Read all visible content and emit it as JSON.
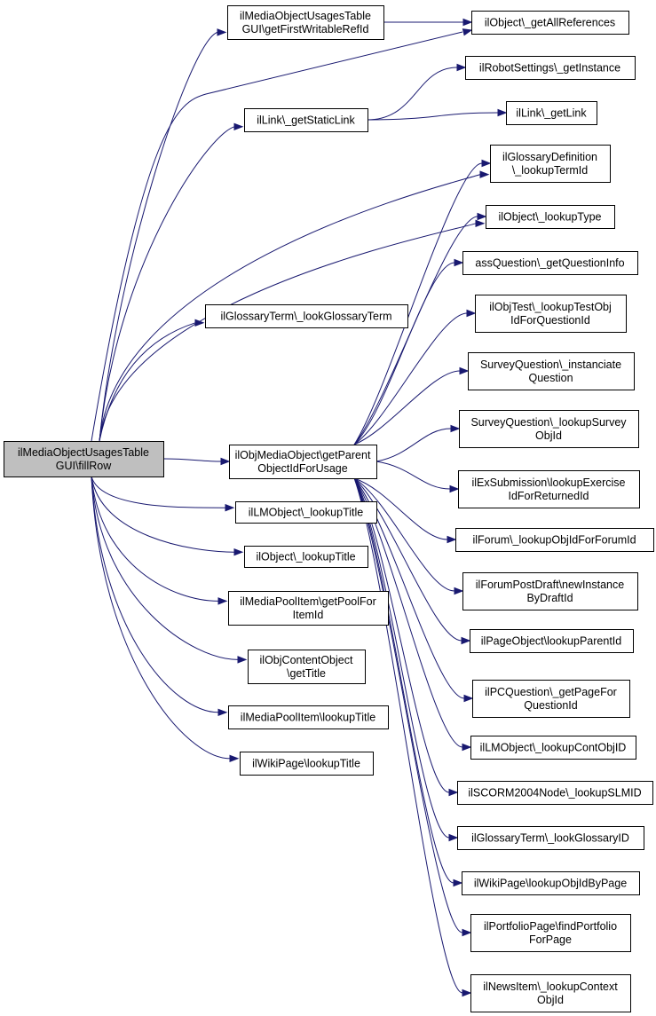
{
  "graph": {
    "edge_color": "#191970",
    "root_fill": "#bfbfbf",
    "nodes": [
      {
        "id": "root",
        "lines": [
          "ilMediaObjectUsagesTable",
          "GUI\\fillRow"
        ],
        "root": true
      },
      {
        "id": "firstWritable",
        "lines": [
          "ilMediaObjectUsagesTable",
          "GUI\\getFirstWritableRefId"
        ]
      },
      {
        "id": "getAllRefs",
        "lines": [
          "ilObject\\_getAllReferences"
        ]
      },
      {
        "id": "robot",
        "lines": [
          "ilRobotSettings\\_getInstance"
        ]
      },
      {
        "id": "staticLink",
        "lines": [
          "ilLink\\_getStaticLink"
        ]
      },
      {
        "id": "getLink",
        "lines": [
          "ilLink\\_getLink"
        ]
      },
      {
        "id": "glossDef",
        "lines": [
          "ilGlossaryDefinition",
          "\\_lookupTermId"
        ]
      },
      {
        "id": "lookupType",
        "lines": [
          "ilObject\\_lookupType"
        ]
      },
      {
        "id": "assQ",
        "lines": [
          "assQuestion\\_getQuestionInfo"
        ]
      },
      {
        "id": "objTest",
        "lines": [
          "ilObjTest\\_lookupTestObj",
          "IdForQuestionId"
        ]
      },
      {
        "id": "glossTerm",
        "lines": [
          "ilGlossaryTerm\\_lookGlossaryTerm"
        ]
      },
      {
        "id": "surveyInst",
        "lines": [
          "SurveyQuestion\\_instanciate",
          "Question"
        ]
      },
      {
        "id": "surveyLookup",
        "lines": [
          "SurveyQuestion\\_lookupSurvey",
          "ObjId"
        ]
      },
      {
        "id": "parentObj",
        "lines": [
          "ilObjMediaObject\\getParent",
          "ObjectIdForUsage"
        ]
      },
      {
        "id": "exSub",
        "lines": [
          "ilExSubmission\\lookupExercise",
          "IdForReturnedId"
        ]
      },
      {
        "id": "lmTitle",
        "lines": [
          "ilLMObject\\_lookupTitle"
        ]
      },
      {
        "id": "forum",
        "lines": [
          "ilForum\\_lookupObjIdForForumId"
        ]
      },
      {
        "id": "objTitle",
        "lines": [
          "ilObject\\_lookupTitle"
        ]
      },
      {
        "id": "forumDraft",
        "lines": [
          "ilForumPostDraft\\newInstance",
          "ByDraftId"
        ]
      },
      {
        "id": "poolFor",
        "lines": [
          "ilMediaPoolItem\\getPoolFor",
          "ItemId"
        ]
      },
      {
        "id": "pageParent",
        "lines": [
          "ilPageObject\\lookupParentId"
        ]
      },
      {
        "id": "contentObj",
        "lines": [
          "ilObjContentObject",
          "\\getTitle"
        ]
      },
      {
        "id": "pcQuestion",
        "lines": [
          "ilPCQuestion\\_getPageFor",
          "QuestionId"
        ]
      },
      {
        "id": "poolTitle",
        "lines": [
          "ilMediaPoolItem\\lookupTitle"
        ]
      },
      {
        "id": "lmCont",
        "lines": [
          "ilLMObject\\_lookupContObjID"
        ]
      },
      {
        "id": "wikiTitle",
        "lines": [
          "ilWikiPage\\lookupTitle"
        ]
      },
      {
        "id": "scorm",
        "lines": [
          "ilSCORM2004Node\\_lookupSLMID"
        ]
      },
      {
        "id": "glossId",
        "lines": [
          "ilGlossaryTerm\\_lookGlossaryID"
        ]
      },
      {
        "id": "wikiObj",
        "lines": [
          "ilWikiPage\\lookupObjIdByPage"
        ]
      },
      {
        "id": "portfolio",
        "lines": [
          "ilPortfolioPage\\findPortfolio",
          "ForPage"
        ]
      },
      {
        "id": "news",
        "lines": [
          "ilNewsItem\\_lookupContext",
          "ObjId"
        ]
      }
    ],
    "edges": [
      [
        "root",
        "firstWritable"
      ],
      [
        "root",
        "getAllRefs"
      ],
      [
        "root",
        "staticLink"
      ],
      [
        "root",
        "glossTerm"
      ],
      [
        "root",
        "lookupType"
      ],
      [
        "root",
        "parentObj"
      ],
      [
        "root",
        "lmTitle"
      ],
      [
        "root",
        "objTitle"
      ],
      [
        "root",
        "poolFor"
      ],
      [
        "root",
        "contentObj"
      ],
      [
        "root",
        "poolTitle"
      ],
      [
        "root",
        "wikiTitle"
      ],
      [
        "firstWritable",
        "getAllRefs"
      ],
      [
        "staticLink",
        "robot"
      ],
      [
        "staticLink",
        "getLink"
      ],
      [
        "root",
        "glossDef"
      ],
      [
        "parentObj",
        "glossDef"
      ],
      [
        "parentObj",
        "lookupType"
      ],
      [
        "parentObj",
        "assQ"
      ],
      [
        "parentObj",
        "objTest"
      ],
      [
        "parentObj",
        "surveyInst"
      ],
      [
        "parentObj",
        "surveyLookup"
      ],
      [
        "parentObj",
        "exSub"
      ],
      [
        "parentObj",
        "forum"
      ],
      [
        "parentObj",
        "forumDraft"
      ],
      [
        "parentObj",
        "pageParent"
      ],
      [
        "parentObj",
        "pcQuestion"
      ],
      [
        "parentObj",
        "lmCont"
      ],
      [
        "parentObj",
        "scorm"
      ],
      [
        "parentObj",
        "glossId"
      ],
      [
        "parentObj",
        "wikiObj"
      ],
      [
        "parentObj",
        "portfolio"
      ],
      [
        "parentObj",
        "news"
      ]
    ]
  }
}
